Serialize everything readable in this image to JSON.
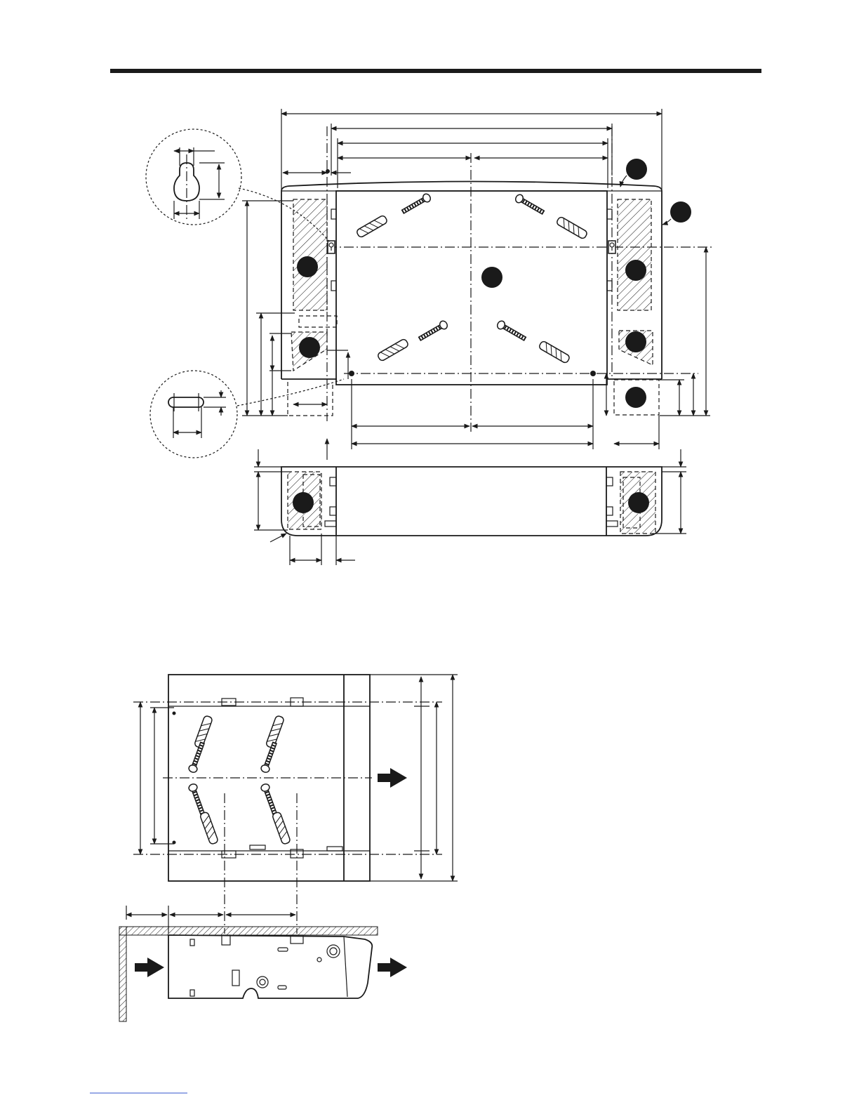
{
  "colors": {
    "ink": "#1a1a1a",
    "paper": "#ffffff"
  },
  "figures": {
    "top_view": {
      "kind": "wall-mounting-template"
    },
    "side_view": {
      "kind": "side-elevation"
    },
    "lower_top_view": {
      "kind": "mounting-plate-layout"
    },
    "lower_side_view": {
      "kind": "unit-side-elevation-with-airflow"
    }
  }
}
